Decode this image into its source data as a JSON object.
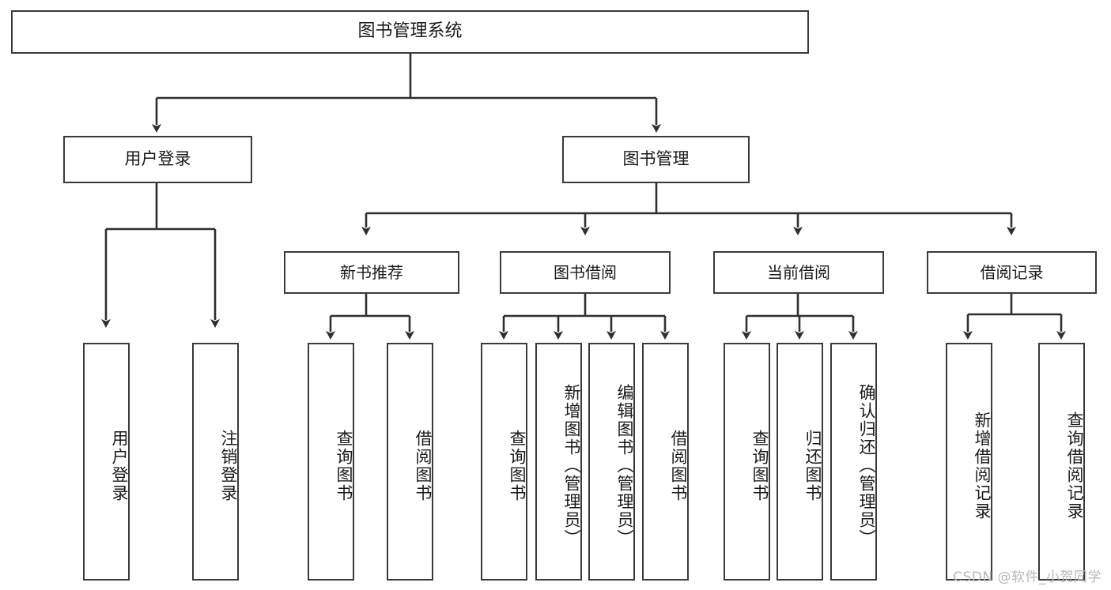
{
  "diagram": {
    "title": "图书管理系统",
    "type": "tree-hierarchy",
    "watermark": "CSDN @软件_小贺同学",
    "colors": {
      "box_border": "#3a3a3a",
      "box_fill": "#ffffff",
      "connector": "#2f2f2f",
      "text": "#1a1a1a",
      "watermark": "#b8b8b8"
    }
  },
  "nodes": {
    "root": {
      "label": "图书管理系统"
    },
    "level2": [
      {
        "label": "用户登录"
      },
      {
        "label": "图书管理"
      }
    ],
    "level3": [
      {
        "label": "新书推荐"
      },
      {
        "label": "图书借阅"
      },
      {
        "label": "当前借阅"
      },
      {
        "label": "借阅记录"
      }
    ],
    "leaves": {
      "user_login": [
        {
          "label": "用户登录"
        },
        {
          "label": "注销登录"
        }
      ],
      "new_book_recommend": [
        {
          "label": "查询图书"
        },
        {
          "label": "借阅图书"
        }
      ],
      "book_borrow": [
        {
          "label": "查询图书"
        },
        {
          "label": "新增图书（管理员）"
        },
        {
          "label": "编辑图书（管理员）"
        },
        {
          "label": "借阅图书"
        }
      ],
      "current_borrow": [
        {
          "label": "查询图书"
        },
        {
          "label": "归还图书"
        },
        {
          "label": "确认归还（管理员）"
        }
      ],
      "borrow_record": [
        {
          "label": "新增借阅记录"
        },
        {
          "label": "查询借阅记录"
        }
      ]
    }
  }
}
